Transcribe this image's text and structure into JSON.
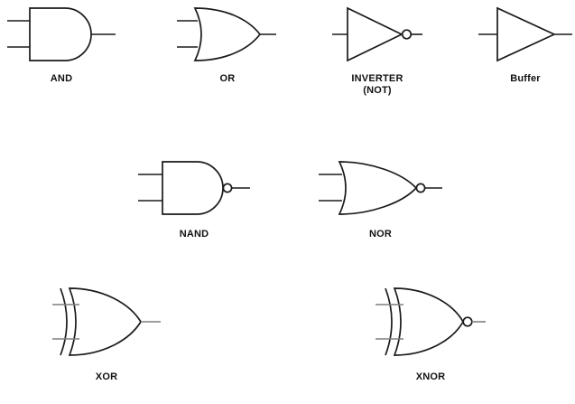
{
  "diagram": {
    "type": "logic-gate-symbols",
    "background": "#ffffff"
  },
  "colors": {
    "line": "#1a1a1a",
    "stub_gray": "#7f7f7f",
    "label": "#111111"
  },
  "gates": [
    {
      "id": "and",
      "label": "AND"
    },
    {
      "id": "or",
      "label": "OR"
    },
    {
      "id": "inverter",
      "label": "INVERTER",
      "label2": "(NOT)"
    },
    {
      "id": "buffer",
      "label": "Buffer"
    },
    {
      "id": "nand",
      "label": "NAND"
    },
    {
      "id": "nor",
      "label": "NOR"
    },
    {
      "id": "xor",
      "label": "XOR"
    },
    {
      "id": "xnor",
      "label": "XNOR"
    }
  ]
}
